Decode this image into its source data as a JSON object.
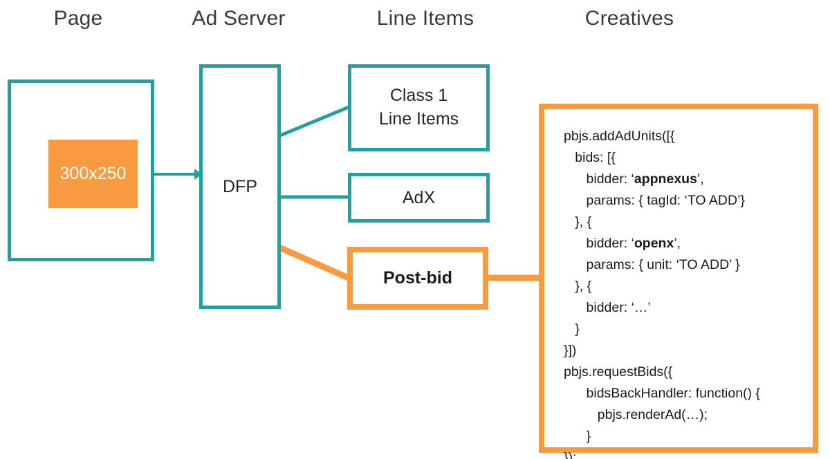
{
  "headers": {
    "page": "Page",
    "ad_server": "Ad Server",
    "line_items": "Line Items",
    "creatives": "Creatives"
  },
  "nodes": {
    "ad_slot_label": "300x250",
    "dfp_label": "DFP",
    "class1_label": "Class 1\nLine Items",
    "adx_label": "AdX",
    "postbid_label": "Post-bid"
  },
  "code": {
    "lines": [
      {
        "indent": 0,
        "segments": [
          {
            "text": "pbjs.addAdUnits([{",
            "bold": false
          }
        ]
      },
      {
        "indent": 1,
        "segments": [
          {
            "text": "bids: [{",
            "bold": false
          }
        ]
      },
      {
        "indent": 2,
        "segments": [
          {
            "text": "bidder: ‘",
            "bold": false
          },
          {
            "text": "appnexus",
            "bold": true
          },
          {
            "text": "’,",
            "bold": false
          }
        ]
      },
      {
        "indent": 2,
        "segments": [
          {
            "text": "params: { tagId: ‘TO ADD’}",
            "bold": false
          }
        ]
      },
      {
        "indent": 1,
        "segments": [
          {
            "text": "}, {",
            "bold": false
          }
        ]
      },
      {
        "indent": 2,
        "segments": [
          {
            "text": "bidder: ‘",
            "bold": false
          },
          {
            "text": "openx",
            "bold": true
          },
          {
            "text": "’,",
            "bold": false
          }
        ]
      },
      {
        "indent": 2,
        "segments": [
          {
            "text": "params: { unit: ‘TO ADD’ }",
            "bold": false
          }
        ]
      },
      {
        "indent": 1,
        "segments": [
          {
            "text": "}, {",
            "bold": false
          }
        ]
      },
      {
        "indent": 2,
        "segments": [
          {
            "text": "bidder: ‘…’",
            "bold": false
          }
        ]
      },
      {
        "indent": 1,
        "segments": [
          {
            "text": "}",
            "bold": false
          }
        ]
      },
      {
        "indent": 0,
        "segments": [
          {
            "text": "}])",
            "bold": false
          }
        ]
      },
      {
        "indent": 0,
        "segments": [
          {
            "text": "pbjs.requestBids({",
            "bold": false
          }
        ]
      },
      {
        "indent": 2,
        "segments": [
          {
            "text": "bidsBackHandler: function() {",
            "bold": false
          }
        ]
      },
      {
        "indent": 3,
        "segments": [
          {
            "text": "pbjs.renderAd(…);",
            "bold": false
          }
        ]
      },
      {
        "indent": 2,
        "segments": [
          {
            "text": "}",
            "bold": false
          }
        ]
      },
      {
        "indent": 0,
        "segments": [
          {
            "text": "});",
            "bold": false
          }
        ]
      }
    ]
  },
  "colors": {
    "teal": "#20a0a0",
    "orange": "#f89a3f",
    "text": "#262626",
    "background": "#ffffff"
  },
  "connectors": [
    {
      "name": "ad-slot-to-dfp",
      "type": "arrow",
      "color": "#20a0a0"
    },
    {
      "name": "dfp-to-class1",
      "type": "line",
      "color": "#20a0a0"
    },
    {
      "name": "dfp-to-adx",
      "type": "line",
      "color": "#20a0a0"
    },
    {
      "name": "dfp-to-postbid",
      "type": "line",
      "color": "#f89a3f"
    },
    {
      "name": "postbid-to-creative",
      "type": "line",
      "color": "#f89a3f"
    }
  ]
}
